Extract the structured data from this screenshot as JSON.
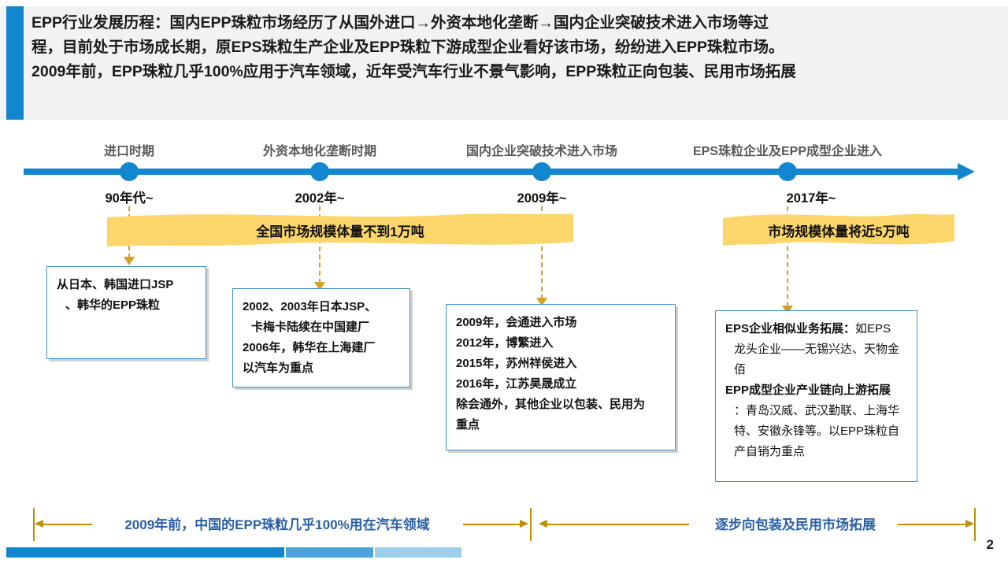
{
  "header": {
    "title": "EPP行业发展历程",
    "lines": [
      "EPP行业发展历程：国内EPP珠粒市场经历了从国外进口→外资本地化垄断→国内企业突破技术进入市场等过",
      "程，目前处于市场成长期，原EPS珠粒生产企业及EPP珠粒下游成型企业看好该市场，纷纷进入EPP珠粒市场。",
      "2009年前，EPP珠粒几乎100%应用于汽车领域，近年受汽车行业不景气影响，EPP珠粒正向包装、民用市场拓展"
    ],
    "accent_color": "#1286ce",
    "background_color": "#f2f2f2"
  },
  "timeline": {
    "axis_color": "#1286ce",
    "milestones": [
      {
        "phase": "进口时期",
        "year": "90年代~"
      },
      {
        "phase": "外资本地化垄断时期",
        "year": "2002年~"
      },
      {
        "phase": "国内企业突破技术进入市场",
        "year": "2009年~"
      },
      {
        "phase": "EPS珠粒企业及EPP成型企业进入",
        "year": "2017年~"
      }
    ]
  },
  "ribbons": [
    {
      "label": "全国市场规模体量不到1万吨",
      "color": "#fcd66a"
    },
    {
      "label": "市场规模体量将近5万吨",
      "color": "#fcd66a"
    }
  ],
  "boxes": [
    {
      "id": "box-import",
      "lines": [
        {
          "type": "bullet",
          "text": "从日本、韩国进口JSP"
        },
        {
          "type": "cont",
          "text": "、韩华的EPP珠粒"
        }
      ]
    },
    {
      "id": "box-foreign",
      "lines": [
        {
          "type": "bullet",
          "text": "2002、2003年日本JSP、"
        },
        {
          "type": "cont",
          "text": "卡梅卡陆续在中国建厂"
        },
        {
          "type": "bullet",
          "text": "2006年，韩华在上海建厂"
        },
        {
          "type": "plain",
          "text": "以汽车为重点"
        }
      ]
    },
    {
      "id": "box-domestic",
      "lines": [
        {
          "type": "bullet",
          "text": "2009年，会通进入市场"
        },
        {
          "type": "bullet",
          "text": "2012年，博繁进入"
        },
        {
          "type": "bullet",
          "text": "2015年，苏州祥侯进入"
        },
        {
          "type": "bullet",
          "text": "2016年，江苏昊晟成立"
        },
        {
          "type": "plain",
          "text": "除会通外，其他企业以包装、民用为"
        },
        {
          "type": "plain",
          "text": "重点"
        }
      ]
    },
    {
      "id": "box-eps",
      "rich": [
        {
          "type": "bullet",
          "bold": "EPS企业相似业务拓展：",
          "rest": "如EPS"
        },
        {
          "type": "cont",
          "bold": "",
          "rest": "龙头企业——无锡兴达、天物金"
        },
        {
          "type": "cont",
          "bold": "",
          "rest": "佰"
        },
        {
          "type": "bullet",
          "bold": "EPP成型企业产业链向上游拓展",
          "rest": ""
        },
        {
          "type": "cont",
          "bold": "",
          "rest": "：青岛汉威、武汉勤联、上海华"
        },
        {
          "type": "cont",
          "bold": "",
          "rest": "特、安徽永锋等。以EPP珠粒自"
        },
        {
          "type": "cont",
          "bold": "",
          "rest": "产自销为重点"
        }
      ]
    }
  ],
  "ranges": [
    {
      "label": "2009年前，中国的EPP珠粒几乎100%用在汽车领域",
      "color": "#2a5fa5"
    },
    {
      "label": "逐步向包装及民用市场拓展",
      "color": "#2a5fa5"
    }
  ],
  "footer": {
    "page_number": "2"
  }
}
